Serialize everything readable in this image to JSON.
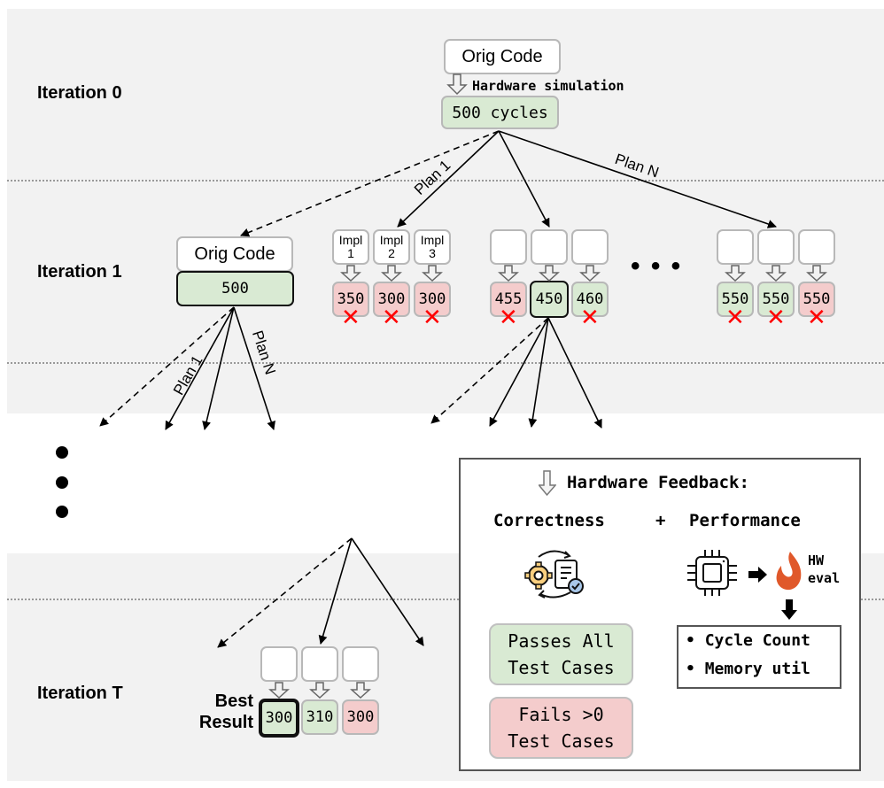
{
  "iterations": {
    "iter0": "Iteration 0",
    "iter1": "Iteration 1",
    "iterT": "Iteration T"
  },
  "root": {
    "code_label": "Orig Code",
    "sim_label": "Hardware simulation",
    "cycles": "500 cycles"
  },
  "plans": {
    "plan1": "Plan 1",
    "planN": "Plan N",
    "sub_plan1": "Plan 1",
    "sub_planN": "Plan N"
  },
  "iter1_orig": {
    "code_label": "Orig Code",
    "value": "500"
  },
  "group1": {
    "impls": [
      "Impl\n1",
      "Impl\n2",
      "Impl\n3"
    ],
    "impl_lines": [
      [
        "Impl",
        "1"
      ],
      [
        "Impl",
        "2"
      ],
      [
        "Impl",
        "3"
      ]
    ],
    "results": [
      {
        "value": "350",
        "status": "fail",
        "rejected": true
      },
      {
        "value": "300",
        "status": "fail",
        "rejected": true
      },
      {
        "value": "300",
        "status": "fail",
        "rejected": true
      }
    ]
  },
  "group2": {
    "results": [
      {
        "value": "455",
        "status": "fail",
        "rejected": true
      },
      {
        "value": "450",
        "status": "pass",
        "rejected": false,
        "selected": true
      },
      {
        "value": "460",
        "status": "pass",
        "rejected": true
      }
    ]
  },
  "groupN": {
    "results": [
      {
        "value": "550",
        "status": "pass",
        "rejected": true
      },
      {
        "value": "550",
        "status": "pass",
        "rejected": true
      },
      {
        "value": "550",
        "status": "fail",
        "rejected": true
      }
    ]
  },
  "ellipsis": "• • •",
  "iterT_group": {
    "best_label_line1": "Best",
    "best_label_line2": "Result",
    "results": [
      {
        "value": "300",
        "status": "pass",
        "best": true
      },
      {
        "value": "310",
        "status": "pass",
        "best": false
      },
      {
        "value": "300",
        "status": "fail",
        "best": false
      }
    ]
  },
  "feedback": {
    "title": "Hardware Feedback:",
    "correctness": "Correctness",
    "plus": "+",
    "performance": "Performance",
    "hw_eval_line1": "HW",
    "hw_eval_line2": "eval",
    "pass_line1": "Passes All",
    "pass_line2": "Test Cases",
    "fail_line1": "Fails >0",
    "fail_line2": "Test Cases",
    "metrics": [
      "Cycle Count",
      "Memory util"
    ]
  },
  "colors": {
    "pass": "#d9ead3",
    "fail": "#f4cccc",
    "reject": "#ff0000",
    "flame": "#e0582a",
    "gear": "#f9cf7f",
    "check": "#a9c8ea"
  }
}
